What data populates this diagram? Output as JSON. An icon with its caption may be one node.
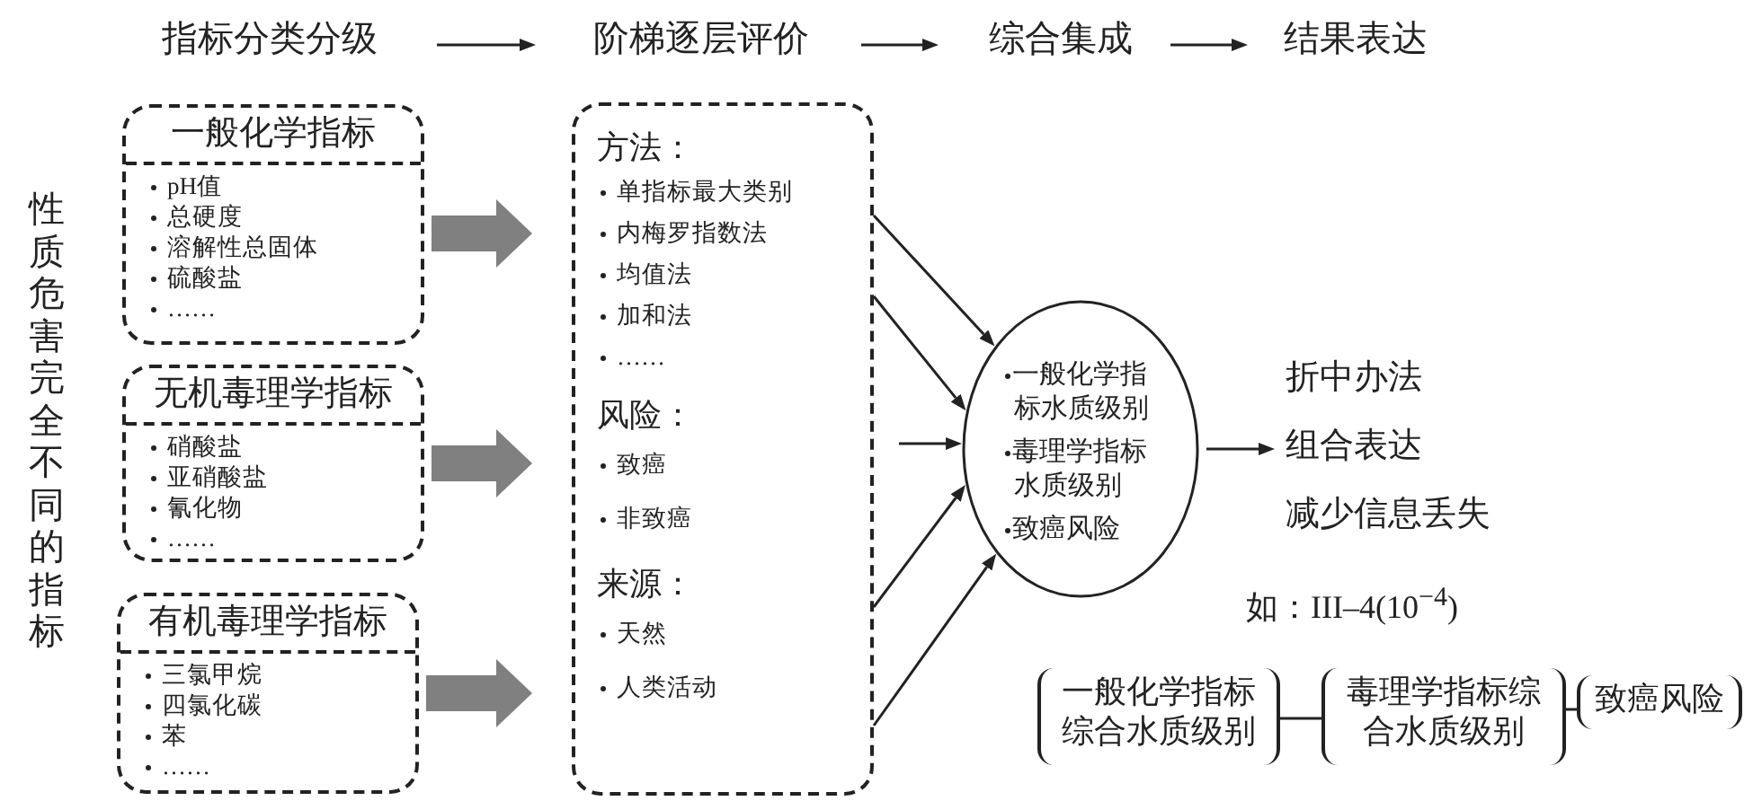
{
  "diagram": {
    "nodes": [
      {
        "text": [
          "指标分类分级"
        ]
      },
      {
        "text": [
          "阶梯逐层评价"
        ]
      },
      {
        "text": [
          "综合集成"
        ]
      },
      {
        "text": [
          "结果表达"
        ]
      },
      {
        "text": [
          "一般化学指标",
          "pH值",
          "总硬度",
          "溶解性总固体",
          "硫酸盐",
          "……"
        ]
      },
      {
        "text": [
          "无机毒理学指标",
          "硝酸盐",
          "亚硝酸盐",
          "氰化物",
          "……"
        ]
      },
      {
        "text": [
          "有机毒理学指标",
          "三氯甲烷",
          "四氯化碳",
          "苯",
          "……"
        ]
      },
      {
        "text": [
          "方法：",
          "单指标最大类别",
          "内梅罗指数法",
          "均值法",
          "加和法",
          "……",
          "风险：",
          "致癌",
          "非致癌",
          "来源：",
          "天然",
          "人类活动"
        ]
      },
      {
        "text": [
          "一般化学指标水质级别",
          "毒理学指标水质级别",
          "致癌风险"
        ]
      },
      {
        "text": [
          "折中办法",
          "组合表达",
          "减少信息丢失"
        ]
      },
      {
        "text": [
          "一般化学指标综合水质级别"
        ]
      },
      {
        "text": [
          "毒理学指标综合水质级别"
        ]
      },
      {
        "text": [
          "致癌风险"
        ]
      }
    ],
    "edges": [
      {
        "from": 0,
        "to": 1,
        "arrow": "to"
      },
      {
        "from": 1,
        "to": 2,
        "arrow": "to"
      },
      {
        "from": 2,
        "to": 3,
        "arrow": "to"
      },
      {
        "from": 4,
        "to": 7,
        "arrow": "to",
        "style": "thick",
        "color": "#808080"
      },
      {
        "from": 5,
        "to": 7,
        "arrow": "to",
        "style": "thick",
        "color": "#808080"
      },
      {
        "from": 6,
        "to": 7,
        "arrow": "to",
        "style": "thick",
        "color": "#808080"
      },
      {
        "from": 7,
        "to": 8,
        "arrow": "to"
      },
      {
        "from": 7,
        "to": 8,
        "arrow": "to"
      },
      {
        "from": 7,
        "to": 8,
        "arrow": "to"
      },
      {
        "from": 7,
        "to": 8,
        "arrow": "to"
      },
      {
        "from": 7,
        "to": 8,
        "arrow": "to"
      },
      {
        "from": 8,
        "to": 9,
        "arrow": "to"
      },
      {
        "from": 10,
        "to": 11,
        "arrow": "none"
      },
      {
        "from": 11,
        "to": 12,
        "arrow": "none"
      }
    ],
    "labels": [
      "性质危害完全不同的指标",
      "如：III–4(10$^{−4}$)"
    ]
  }
}
